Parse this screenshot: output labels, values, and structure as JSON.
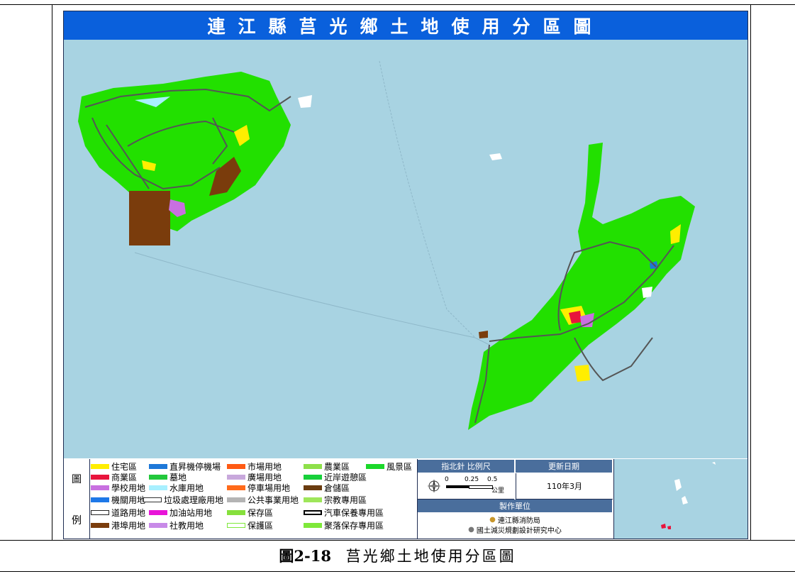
{
  "map": {
    "title": "連江縣莒光鄉土地使用分區圖"
  },
  "legend": {
    "side_label_top": "圖",
    "side_label_bottom": "例",
    "items": [
      {
        "label": "住宅區",
        "color": "#ffee00"
      },
      {
        "label": "直昇機停機場",
        "color": "#1e78d8"
      },
      {
        "label": "市場用地",
        "color": "#ff5a14"
      },
      {
        "label": "農業區",
        "color": "#8ee04a"
      },
      {
        "label": "風景區",
        "color": "#1bd82a"
      },
      {
        "label": "商業區",
        "color": "#e8143c"
      },
      {
        "label": "墓地",
        "color": "#22c83c"
      },
      {
        "label": "廣場用地",
        "color": "#c8a8dc"
      },
      {
        "label": "近岸遊憩區",
        "color": "#17d03a"
      },
      {
        "label": "學校用地",
        "color": "#c870e0"
      },
      {
        "label": "水庫用地",
        "color": "#a8f0ff"
      },
      {
        "label": "停車場用地",
        "color": "#ff6a1a"
      },
      {
        "label": "倉儲區",
        "color": "#6a3c10"
      },
      {
        "label": "機關用地",
        "color": "#1e78e8"
      },
      {
        "label": "垃圾處理廠用地",
        "color": "#ffffff"
      },
      {
        "label": "公共事業用地",
        "color": "#b4b4b4"
      },
      {
        "label": "宗教專用區",
        "color": "#9ee65a"
      },
      {
        "label": "道路用地",
        "color": "#ffffff"
      },
      {
        "label": "加油站用地",
        "color": "#e814d8"
      },
      {
        "label": "保存區",
        "color": "#86e03c"
      },
      {
        "label": "汽車保養專用區",
        "color": "#ffffff"
      },
      {
        "label": "港埠用地",
        "color": "#7a3c0c"
      },
      {
        "label": "社教用地",
        "color": "#c88ae8"
      },
      {
        "label": "保護區",
        "color": "#ffffff"
      },
      {
        "label": "聚落保存專用區",
        "color": "#7ee83a"
      }
    ]
  },
  "info": {
    "compass_scale_header": "指北針 比例尺",
    "update_header": "更新日期",
    "scale_ticks": [
      "0",
      "0.25",
      "0.5"
    ],
    "scale_unit": "公里",
    "update_date": "110年3月",
    "producer_header": "製作單位",
    "producers": [
      "連江縣消防局",
      "國土減災規劃設計研究中心"
    ]
  },
  "caption": {
    "figure_number": "圖2-18",
    "text": "莒光鄉土地使用分區圖"
  },
  "colors": {
    "title_bar": "#0a60dc",
    "sea": "#a8d3e2",
    "land": "#22e000",
    "header_cells": "#4a6e9c"
  }
}
